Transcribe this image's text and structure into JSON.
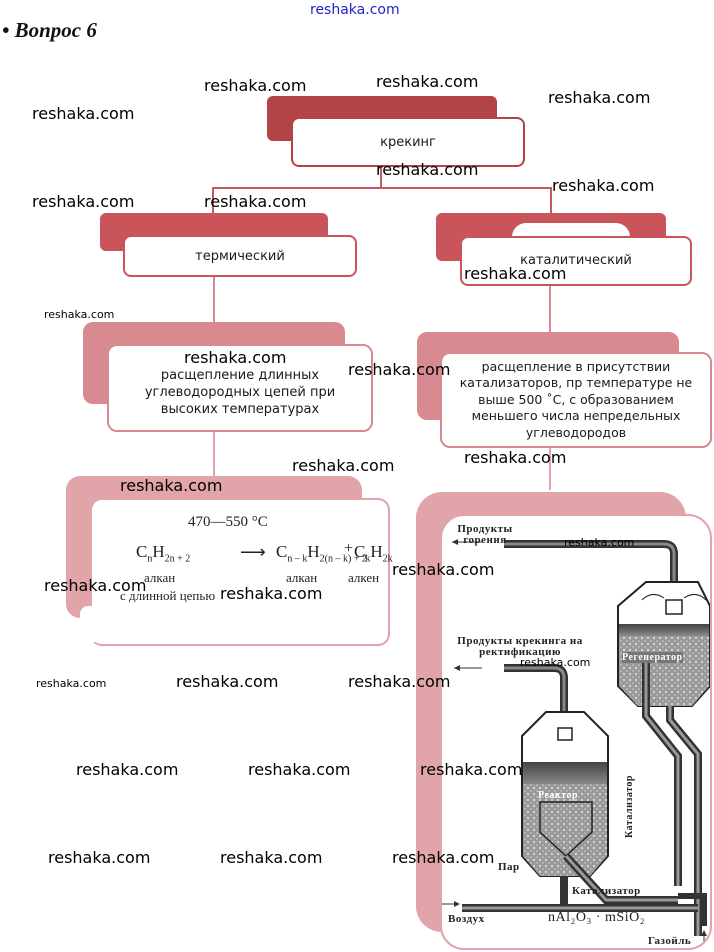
{
  "header": {
    "watermark": "reshaka.com",
    "question_title": "• Вопрос 6"
  },
  "diagram": {
    "root": {
      "label": "крекинг"
    },
    "branches": [
      {
        "label": "термический",
        "description": "расщепление длинных углеводородных цепей при высоких температурах",
        "reaction": {
          "temperature": "470—550 °C",
          "reactant": {
            "formula_base": "C",
            "n": "n",
            "h": "2n + 2",
            "name": "алкан",
            "note": "с длинной цепью"
          },
          "arrow": "⟶",
          "product1": {
            "c_sub": "n – k",
            "h_sub": "2(n – k) + 2",
            "name": "алкан"
          },
          "plus": "+",
          "product2": {
            "c_sub": "k",
            "h_sub": "2k",
            "name": "алкен"
          }
        }
      },
      {
        "label": "каталитический",
        "description": "расщепление в присутствии катализаторов, пр температуре не выше 500 ˚C, с образованием меньшего числа  непредельных углеводородов",
        "apparatus": {
          "combustion_products": "Продукты горения",
          "cracking_products": "Продукты крекинга на ректификацию",
          "regenerator": "Регенератор",
          "reactor": "Реактор",
          "catalyst_vertical": "Катализатор",
          "catalyst_horizontal": "Катализатор",
          "steam": "Пар",
          "air": "Воздух",
          "catalyst_formula": "nAl₂O₃ · mSiO₂",
          "gasoil": "Газойль"
        }
      }
    ]
  },
  "watermarks": {
    "text": "reshaka.com"
  },
  "colors": {
    "dark_red": "#b24448",
    "mid_red": "#c9555a",
    "pink": "#d98a90",
    "light_pink": "#e0a4a9",
    "header_link": "#2222cc"
  }
}
